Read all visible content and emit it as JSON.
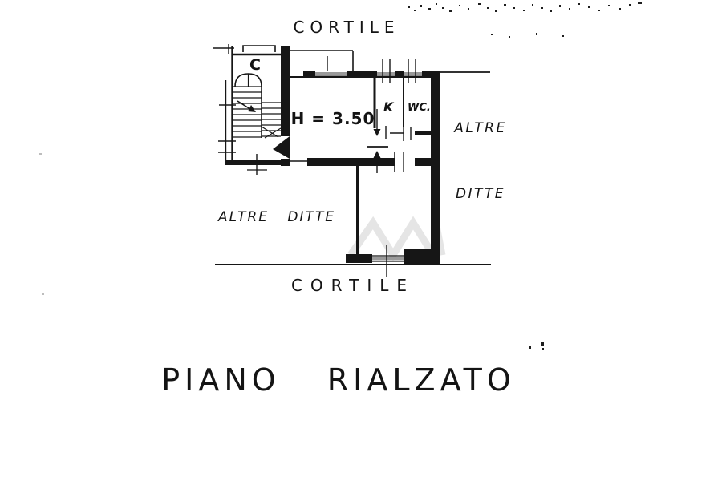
{
  "plan": {
    "title": "PIANO RIALZATO",
    "rooms": {
      "stairwell_label": "C",
      "kitchen_label": "K",
      "wc_label": "WC.",
      "height_note": "H = 3.50"
    },
    "surroundings": {
      "courtyard_top": "CORTILE",
      "courtyard_bottom": "CORTILE",
      "adjacent_left": "ALTRE DITTE",
      "adjacent_right_word1": "ALTRE",
      "adjacent_right_word2": "DITTE"
    },
    "colors": {
      "ink": "#161616",
      "paper": "#ffffff",
      "window_glazing": "#9a9a9a",
      "watermark": "#dcdcdc"
    }
  }
}
